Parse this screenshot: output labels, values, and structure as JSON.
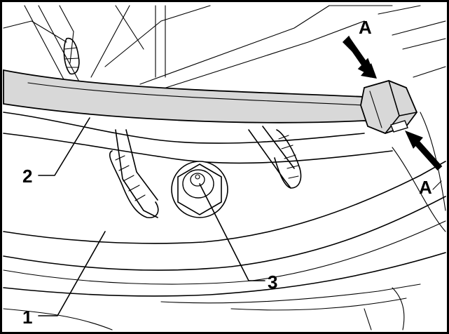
{
  "figure": {
    "callouts": {
      "arrow_top": "A",
      "arrow_bottom": "A",
      "part_1": "1",
      "part_2": "2",
      "part_3": "3"
    },
    "colors": {
      "line": "#000000",
      "pipe_fill": "#d8d8d8",
      "background": "#ffffff"
    }
  }
}
